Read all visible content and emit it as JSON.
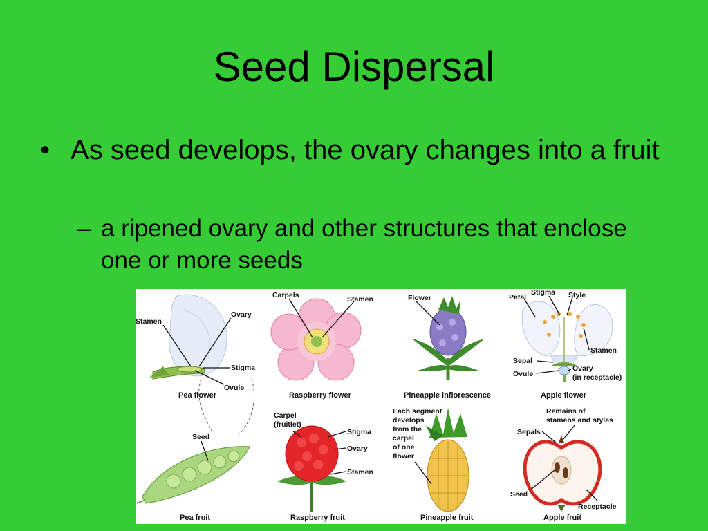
{
  "slide": {
    "title": "Seed Dispersal",
    "bullet_marker": "•",
    "bullet": "As seed develops, the ovary changes into a fruit",
    "sub_marker": "–",
    "sub_bullet": "a ripened ovary and other structures that enclose one or more seeds"
  },
  "figure": {
    "pea_flower": {
      "caption": "Pea flower",
      "stamen": "Stamen",
      "ovary": "Ovary",
      "stigma": "Stigma",
      "ovule": "Ovule"
    },
    "pea_fruit": {
      "caption": "Pea fruit",
      "seed": "Seed"
    },
    "raspberry_flower": {
      "caption": "Raspberry flower",
      "carpels": "Carpels",
      "stamen": "Stamen"
    },
    "raspberry_fruit": {
      "caption": "Raspberry fruit",
      "carpel_1": "Carpel",
      "carpel_2": "(fruitlet)",
      "stigma": "Stigma",
      "ovary": "Ovary",
      "stamen": "Stamen"
    },
    "pineapple_inflorescence": {
      "caption": "Pineapple inflorescence",
      "flower": "Flower"
    },
    "pineapple_fruit": {
      "caption": "Pineapple fruit",
      "note_1": "Each segment",
      "note_2": "develops",
      "note_3": "from the",
      "note_4": "carpel",
      "note_5": "of one",
      "note_6": "flower"
    },
    "apple_flower": {
      "caption": "Apple flower",
      "petal": "Petal",
      "stigma": "Stigma",
      "style": "Style",
      "stamen": "Stamen",
      "sepal": "Sepal",
      "ovule": "Ovule",
      "ovary_1": "Ovary",
      "ovary_2": "(in receptacle)"
    },
    "apple_fruit": {
      "caption": "Apple fruit",
      "remains_1": "Remains of",
      "remains_2": "stamens and styles",
      "sepals": "Sepals",
      "seed": "Seed",
      "receptacle": "Receptacle"
    }
  }
}
